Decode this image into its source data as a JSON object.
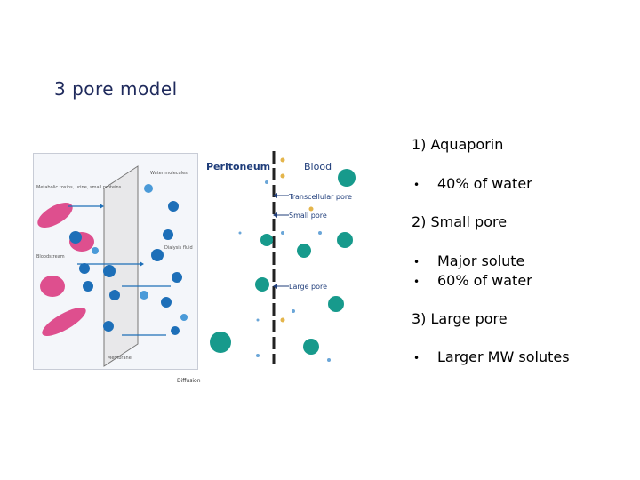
{
  "slide": {
    "title": "3 pore model"
  },
  "list": {
    "item1": "1)  Aquaporin",
    "item1_bullets": [
      "40% of water"
    ],
    "item2": "2)  Small pore",
    "item2_bullets": [
      "Major solute",
      "60% of water"
    ],
    "item3": "3)  Large pore",
    "item3_bullets": [
      "Larger MW solutes"
    ],
    "bullet_char": "•"
  },
  "figure_left": {
    "labels": {
      "top_left": "Metabolic toxins, urine, small proteins",
      "water": "Water molecules",
      "bloodstream": "Bloodstream",
      "dialysis_fluid": "Dialysis fluid",
      "membrane": "Membrane",
      "diffusion": "Diffusion"
    }
  },
  "figure_right": {
    "labels": {
      "peritoneum": "Peritoneum",
      "blood": "Blood",
      "transcellular": "Transcellular pore",
      "small": "Small pore",
      "large": "Large pore"
    }
  },
  "colors": {
    "title": "#1f2a5c",
    "blue_dot": "#1d6fb8",
    "teal_dot": "#179a8c",
    "pink": "#d9317a",
    "navy": "#1f3d7a"
  }
}
